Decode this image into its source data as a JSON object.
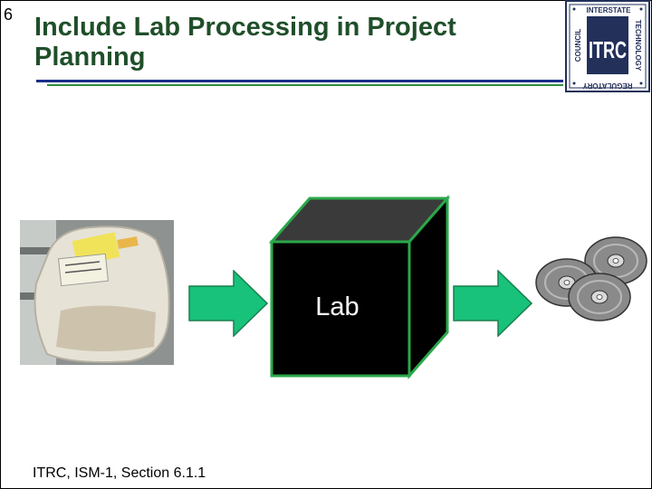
{
  "slide": {
    "number": "6",
    "title_line1": "Include Lab Processing in Project",
    "title_line2": "Planning",
    "lab_label": "Lab",
    "footer": "ITRC, ISM-1, Section 6.1.1"
  },
  "logo": {
    "top_text": "INTERSTATE",
    "left_text": "COUNCIL",
    "right_text": "TECHNOLOGY",
    "bottom_text": "REGULATORY",
    "center_text": "ITRC"
  },
  "colors": {
    "title_text": "#1f4f2a",
    "rule_primary": "#1a2f8a",
    "rule_secondary": "#2f8f3f",
    "arrow_fill": "#18c27a",
    "arrow_stroke": "#1a7f4f",
    "cube_face": "#000000",
    "cube_top": "#3a3a3a",
    "cube_edge": "#2aa84a",
    "logo_navy": "#22305a"
  }
}
